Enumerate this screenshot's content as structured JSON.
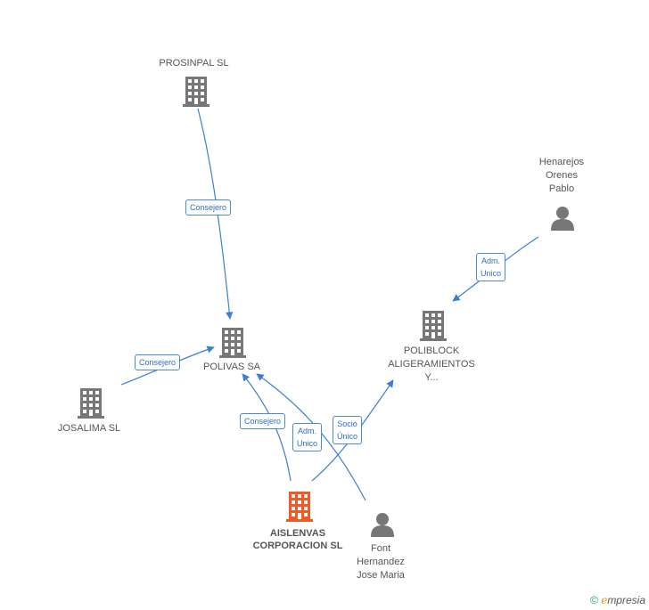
{
  "nodes": {
    "prosinpal": {
      "label": "PROSINPAL  SL",
      "kind": "company",
      "color": "#777777"
    },
    "polivas": {
      "label": "POLIVAS SA",
      "kind": "company",
      "color": "#777777"
    },
    "josalima": {
      "label": "JOSALIMA  SL",
      "kind": "company",
      "color": "#777777"
    },
    "poliblock": {
      "label": "POLIBLOCK\nALIGERAMIENTOS\nY...",
      "kind": "company",
      "color": "#777777"
    },
    "aislenvas": {
      "label": "AISLENVAS\nCORPORACION SL",
      "kind": "company",
      "color": "#f05a28"
    },
    "henarejos": {
      "label": "Henarejos\nOrenes\nPablo",
      "kind": "person",
      "color": "#777777"
    },
    "font": {
      "label": "Font\nHernandez\nJose Maria",
      "kind": "person",
      "color": "#777777"
    }
  },
  "edges": {
    "prosinpal_polivas": {
      "label": "Consejero"
    },
    "josalima_polivas": {
      "label": "Consejero"
    },
    "aislenvas_polivas": {
      "label": "Consejero"
    },
    "font_polivas": {
      "label": "Adm.\nUnico"
    },
    "aislenvas_poliblock": {
      "label": "Socio\nÚnico"
    },
    "henarejos_poliblock": {
      "label": "Adm.\nUnico"
    }
  },
  "colors": {
    "edge": "#3b7fd4",
    "edge_label_border": "#4a8ad4"
  },
  "copyright": {
    "symbol": "©",
    "brand_initial": "e",
    "brand_rest": "mpresia"
  }
}
